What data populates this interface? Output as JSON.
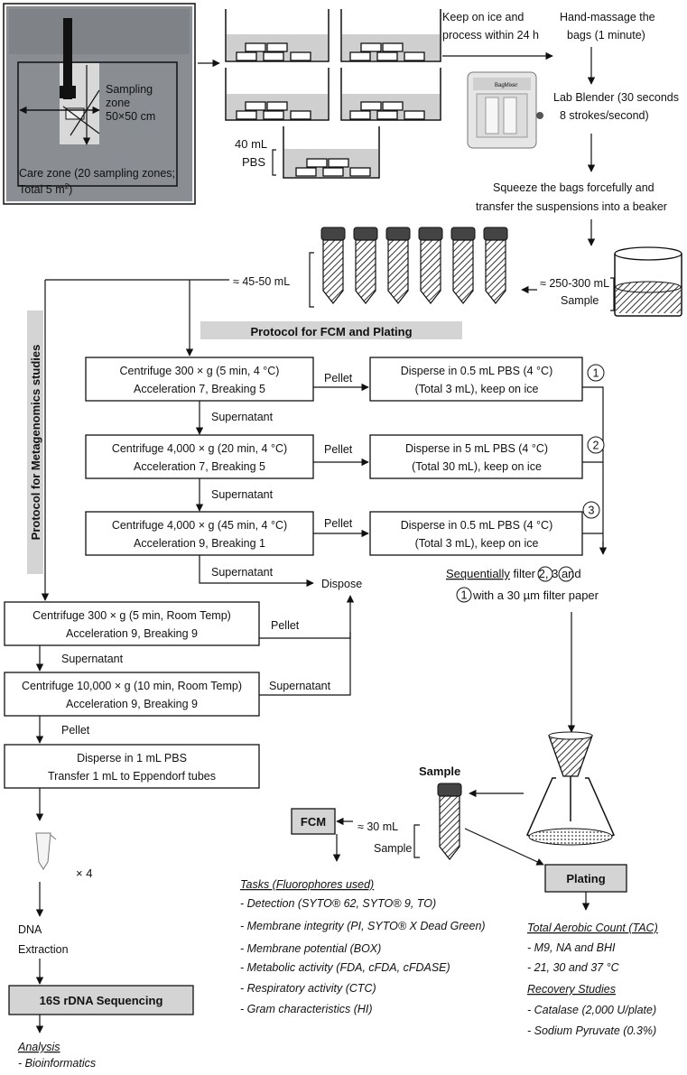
{
  "photo": {
    "sampling_zone": [
      "Sampling",
      "zone",
      "50×50 cm"
    ],
    "care_zone": [
      "Care zone (20 sampling zones;",
      "Total 5 m",
      "2",
      ")"
    ]
  },
  "bags": {
    "pbs_volume": "40 mL",
    "pbs_label": "PBS"
  },
  "steps": {
    "keep_ice": [
      "Keep on ice and",
      "process within 24 h"
    ],
    "massage": [
      "Hand-massage the",
      "bags (1 minute)"
    ],
    "blender": [
      "Lab Blender (30 seconds",
      "8 strokes/second)"
    ],
    "blender_brand": "BagMixer",
    "squeeze": [
      "Squeeze the bags forcefully and",
      "transfer the suspensions into a beaker"
    ],
    "beaker_volume": "≈ 250-300 mL",
    "beaker_label": "Sample",
    "tubes_volume": "≈ 45-50 mL"
  },
  "headers": {
    "fcm_plating": "Protocol for FCM and Plating",
    "metagenomics": "Protocol for Metagenomics studies"
  },
  "fcm_branch": {
    "c1": [
      "Centrifuge 300 × g (5 min, 4 °C)",
      "Acceleration 7, Breaking 5"
    ],
    "c2": [
      "Centrifuge 4,000 × g (20 min, 4 °C)",
      "Acceleration 7, Breaking 5"
    ],
    "c3": [
      "Centrifuge 4,000 × g (45 min, 4 °C)",
      "Acceleration 9, Breaking 1"
    ],
    "d1": [
      "Disperse in 0.5 mL PBS (4 °C)",
      "(Total 3 mL), keep on ice"
    ],
    "d2": [
      "Disperse in 5 mL PBS (4 °C)",
      "(Total 30 mL), keep on ice"
    ],
    "d3": [
      "Disperse in 0.5 mL PBS (4 °C)",
      "(Total 3 mL), keep on ice"
    ],
    "pellet": "Pellet",
    "supernatant": "Supernatant",
    "dispose": "Dispose",
    "n1": "1",
    "n2": "2",
    "n3": "3",
    "filter_line1": {
      "u": "Sequentially",
      "a": " filter ",
      "b": ", ",
      "c": " and"
    },
    "filter_line2": " with a 30 µm filter paper"
  },
  "meta_branch": {
    "c1": [
      "Centrifuge 300 × g (5 min, Room Temp)",
      "Acceleration 9, Breaking 9"
    ],
    "c2": [
      "Centrifuge 10,000 × g (10 min, Room Temp)",
      "Acceleration 9, Breaking 9"
    ],
    "pellet": "Pellet",
    "supernatant": "Supernatant",
    "disperse": [
      "Disperse in 1 mL PBS",
      "Transfer 1 mL to Eppendorf tubes"
    ],
    "times": "× 4",
    "dna": [
      "DNA",
      "Extraction"
    ],
    "seq": "16S rDNA Sequencing",
    "analysis_title": "Analysis",
    "analysis_item": "- Bioinformatics"
  },
  "sample": {
    "title": "Sample",
    "volume": "≈ 30 mL",
    "label": "Sample",
    "fcm": "FCM",
    "plating": "Plating"
  },
  "tasks": {
    "title": "Tasks (Fluorophores used)",
    "items": [
      "- Detection (SYTO® 62, SYTO® 9, TO)",
      "- Membrane integrity (PI, SYTO® X Dead Green)",
      "- Membrane potential (BOX)",
      "- Metabolic activity (FDA, cFDA, cFDASE)",
      "- Respiratory activity (CTC)",
      "- Gram characteristics (HI)"
    ]
  },
  "tac": {
    "title": "Total Aerobic Count (TAC)",
    "items": [
      "- M9, NA and BHI",
      "- 21, 30 and 37 °C"
    ],
    "recovery_title": "Recovery Studies",
    "recovery_items": [
      "- Catalase (2,000 U/plate)",
      "- Sodium Pyruvate (0.3%)"
    ]
  },
  "colors": {
    "photo_bg": "#8a8d92",
    "header_fill": "#d4d4d4",
    "liquid": "#cfcfcf"
  }
}
